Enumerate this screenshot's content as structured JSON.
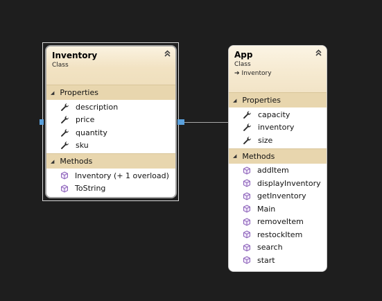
{
  "classes": {
    "inventory": {
      "name": "Inventory",
      "kind": "Class",
      "properties_label": "Properties",
      "properties": [
        "description",
        "price",
        "quantity",
        "sku"
      ],
      "methods_label": "Methods",
      "methods": [
        "Inventory (+ 1 overload)",
        "ToString"
      ]
    },
    "app": {
      "name": "App",
      "kind": "Class",
      "base": "Inventory",
      "properties_label": "Properties",
      "properties": [
        "capacity",
        "inventory",
        "size"
      ],
      "methods_label": "Methods",
      "methods": [
        "addItem",
        "displayInventory",
        "getInventory",
        "Main",
        "removeItem",
        "restockItem",
        "search",
        "start"
      ]
    }
  },
  "icons": {
    "collapse": "double-chevron-up-icon",
    "section_toggle": "triangle-expanded-icon",
    "property": "wrench-icon",
    "method": "cube-icon",
    "inheritance": "arrow-right-icon"
  },
  "colors": {
    "background": "#1e1e1e",
    "header": "#f2e3c3",
    "section": "#e8d6ae",
    "method_icon": "#8a5fb8",
    "selection_handle": "#5aa0dc"
  }
}
